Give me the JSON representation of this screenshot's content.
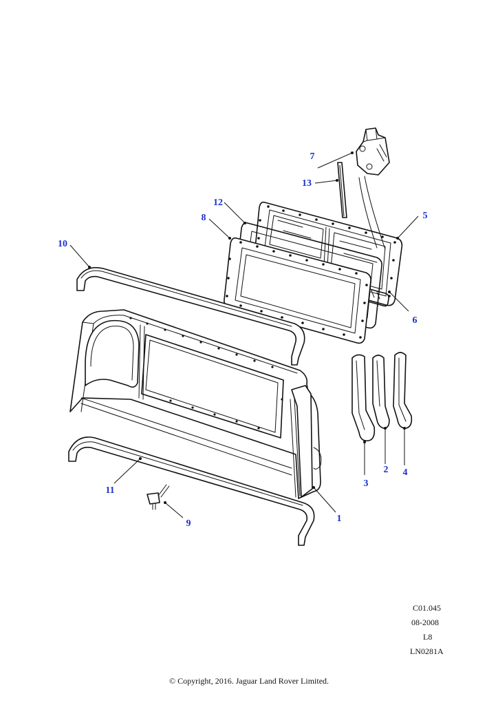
{
  "callouts": [
    {
      "id": "1",
      "label": "1"
    },
    {
      "id": "2",
      "label": "2"
    },
    {
      "id": "3",
      "label": "3"
    },
    {
      "id": "4",
      "label": "4"
    },
    {
      "id": "5",
      "label": "5"
    },
    {
      "id": "6",
      "label": "6"
    },
    {
      "id": "7",
      "label": "7"
    },
    {
      "id": "8",
      "label": "8"
    },
    {
      "id": "9",
      "label": "9"
    },
    {
      "id": "10",
      "label": "10"
    },
    {
      "id": "11",
      "label": "11"
    },
    {
      "id": "12",
      "label": "12"
    },
    {
      "id": "13",
      "label": "13"
    }
  ],
  "reference": {
    "code": "C01.045",
    "date": "08-2008",
    "level": "L8",
    "illustration": "LN0281A"
  },
  "footer": {
    "copyright": "© Copyright, 2016. Jaguar Land Rover Limited."
  },
  "colors": {
    "callout": "#1a2fd0",
    "line": "#111111"
  }
}
